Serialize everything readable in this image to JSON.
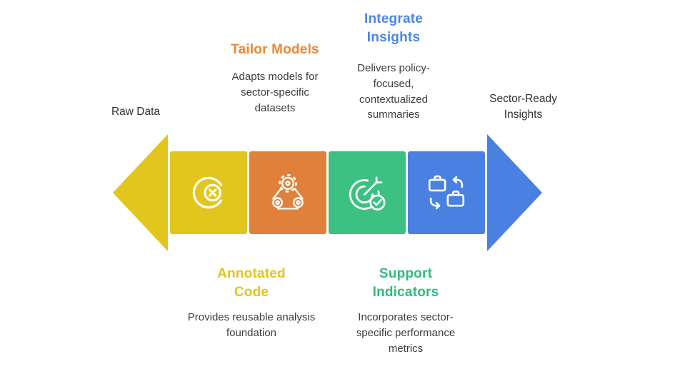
{
  "diagram": {
    "endpoints": {
      "left": "Raw Data",
      "right": "Sector-Ready Insights"
    },
    "steps": [
      {
        "title": "Annotated Code",
        "description": "Provides reusable analysis foundation",
        "segment_color": "#e2c51d",
        "title_color": "#e4c41c",
        "icon": "code-annotation-icon",
        "label_position": "bottom"
      },
      {
        "title": "Tailor Models",
        "description": "Adapts models for sector-specific datasets",
        "segment_color": "#e0803a",
        "title_color": "#ec8733",
        "icon": "belt-drive-icon",
        "label_position": "top"
      },
      {
        "title": "Support Indicators",
        "description": "Incorporates sector-specific performance metrics",
        "segment_color": "#3cc183",
        "title_color": "#2ebd7d",
        "icon": "target-arrow-check-icon",
        "label_position": "bottom"
      },
      {
        "title": "Integrate Insights",
        "description": "Delivers policy-focused, contextualized summaries",
        "segment_color": "#4a81e0",
        "title_color": "#4a86e8",
        "icon": "briefcase-exchange-icon",
        "label_position": "top"
      }
    ],
    "arrow": {
      "left_head_color": "#e2c51d",
      "right_head_color": "#4a81e0"
    }
  }
}
